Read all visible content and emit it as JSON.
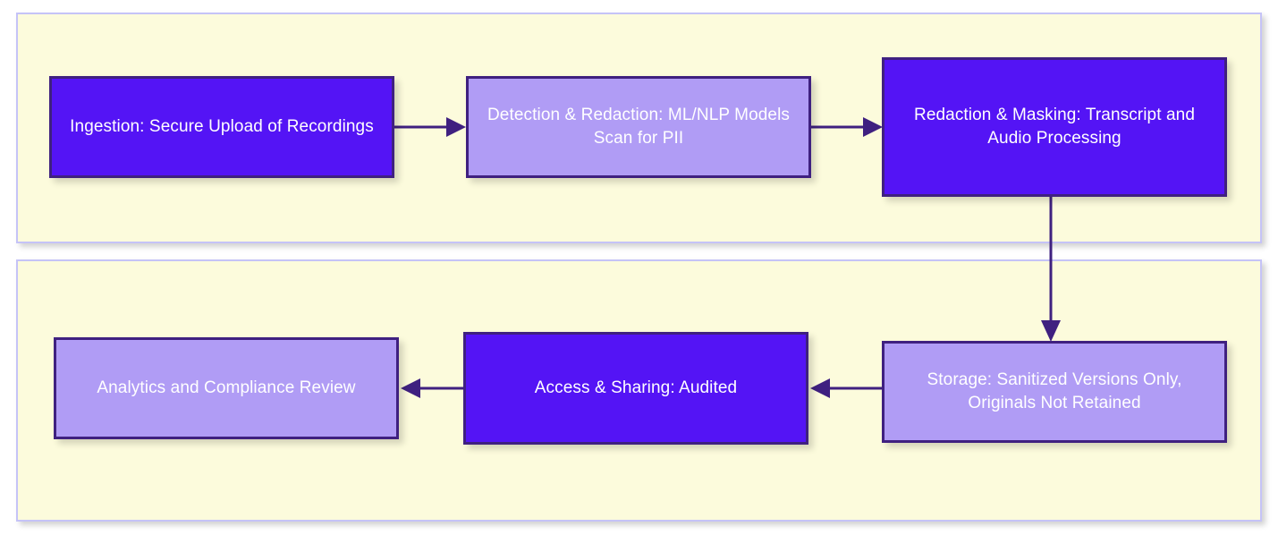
{
  "diagram": {
    "type": "flowchart",
    "title": "",
    "background_color": "#fcfbdc",
    "panel_border_color": "#c5c3f7",
    "node_border_color": "#3f2080",
    "accent_dark": "#5414f5",
    "accent_light": "#b09cf5",
    "connector_color": "#3f2080",
    "panels": [
      {
        "name": "top-row-panel"
      },
      {
        "name": "bottom-row-panel"
      }
    ],
    "nodes": [
      {
        "id": "ingestion",
        "label": "Ingestion: Secure Upload of Recordings",
        "fill": "dark",
        "row": "top",
        "order": 1
      },
      {
        "id": "detection",
        "label": "Detection & Redaction: ML/NLP Models Scan for PII",
        "fill": "light",
        "row": "top",
        "order": 2
      },
      {
        "id": "redaction",
        "label": "Redaction & Masking: Transcript and Audio Processing",
        "fill": "dark",
        "row": "top",
        "order": 3
      },
      {
        "id": "storage",
        "label": "Storage: Sanitized Versions Only, Originals Not Retained",
        "fill": "light",
        "row": "bottom",
        "order": 4
      },
      {
        "id": "access",
        "label": "Access & Sharing: Audited",
        "fill": "dark",
        "row": "bottom",
        "order": 5
      },
      {
        "id": "analytics",
        "label": "Analytics and Compliance Review",
        "fill": "light",
        "row": "bottom",
        "order": 6
      }
    ],
    "edges": [
      {
        "from": "ingestion",
        "to": "detection",
        "direction": "right",
        "label": ""
      },
      {
        "from": "detection",
        "to": "redaction",
        "direction": "right",
        "label": ""
      },
      {
        "from": "redaction",
        "to": "storage",
        "direction": "down",
        "label": ""
      },
      {
        "from": "storage",
        "to": "access",
        "direction": "left",
        "label": ""
      },
      {
        "from": "access",
        "to": "analytics",
        "direction": "left",
        "label": ""
      }
    ]
  }
}
